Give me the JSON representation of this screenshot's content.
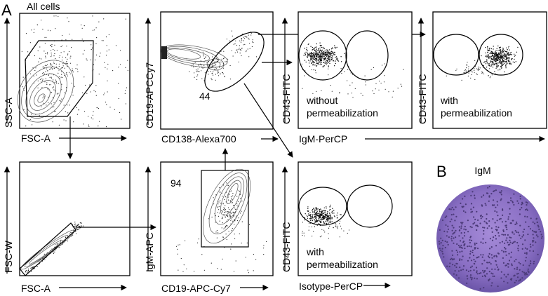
{
  "figure": {
    "panel_a_letter": "A",
    "panel_b_letter": "B",
    "plots": {
      "all_cells": {
        "title": "All cells",
        "x_axis": "FSC-A",
        "y_axis": "SSC-A"
      },
      "singlets": {
        "x_axis": "FSC-A",
        "y_axis": "FSC-W"
      },
      "cd138_cd19": {
        "x_axis": "CD138-Alexa700",
        "y_axis": "CD19-APCCy7",
        "gate_percent": "44"
      },
      "cd19_igm": {
        "x_axis": "CD19-APC-Cy7",
        "y_axis": "IgM-APC",
        "gate_percent": "94"
      },
      "igm_without": {
        "x_axis": "IgM-PerCP",
        "y_axis": "CD43-FITC",
        "annotation_line1": "without",
        "annotation_line2": "permeabilization"
      },
      "igm_with": {
        "y_axis": "CD43-FITC",
        "annotation_line1": "with",
        "annotation_line2": "permeabilization"
      },
      "isotype_with": {
        "x_axis": "Isotype-PerCP",
        "y_axis": "CD43-FITC",
        "annotation_line1": "with",
        "annotation_line2": "permeabilization"
      }
    },
    "panel_b": {
      "title": "IgM",
      "dish_color": "#8a6fc4",
      "dot_color": "#4b3a78"
    }
  }
}
